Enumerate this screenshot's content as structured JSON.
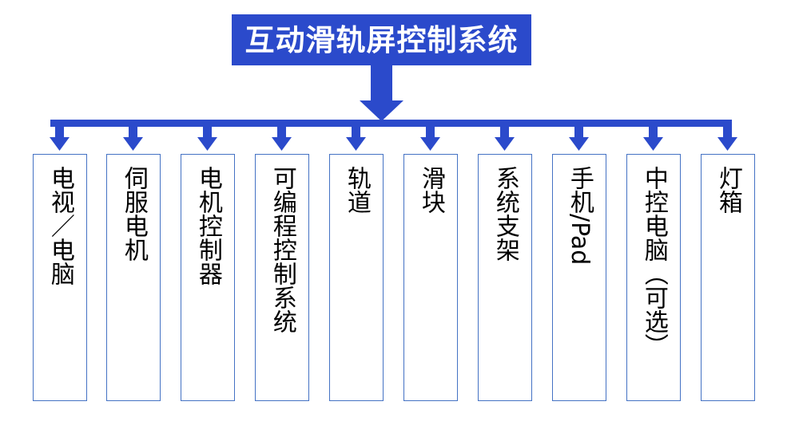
{
  "diagram": {
    "type": "hierarchy-fan-out",
    "title": "互动滑轨屏控制系统",
    "title_colors": {
      "background": "#2B4ACB",
      "text": "#FFFFFF"
    },
    "connector_color": "#2B4ACB",
    "box_border_color": "#4472C4",
    "box_fill_color": "#FFFFFF",
    "node_count": 10,
    "nodes": [
      {
        "id": "tv-pc",
        "label": "电视／电脑",
        "orientation": "upright"
      },
      {
        "id": "servo-motor",
        "label": "伺服电机",
        "orientation": "upright"
      },
      {
        "id": "motor-ctrl",
        "label": "电机控制器",
        "orientation": "upright"
      },
      {
        "id": "plc-system",
        "label": "可编程控制系统",
        "orientation": "upright"
      },
      {
        "id": "track",
        "label": "轨道",
        "orientation": "upright"
      },
      {
        "id": "slider",
        "label": "滑块",
        "orientation": "upright"
      },
      {
        "id": "sys-bracket",
        "label": "系统支架",
        "orientation": "upright"
      },
      {
        "id": "phone-pad",
        "label": "手机/Pad",
        "orientation": "mixed"
      },
      {
        "id": "central-pc",
        "label": "中控电脑（可选）",
        "orientation": "upright"
      },
      {
        "id": "light-box",
        "label": "灯箱",
        "orientation": "upright"
      }
    ]
  }
}
